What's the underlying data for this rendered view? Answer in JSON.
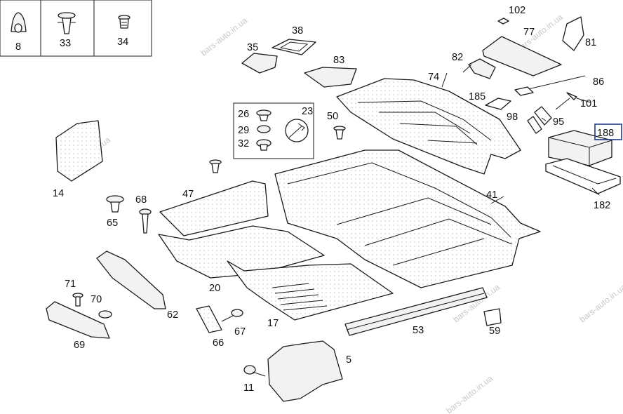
{
  "callouts": [
    "8",
    "33",
    "34",
    "35",
    "38",
    "83",
    "74",
    "102",
    "77",
    "81",
    "82",
    "86",
    "185",
    "101",
    "98",
    "95",
    "188",
    "182",
    "26",
    "29",
    "32",
    "23",
    "50",
    "14",
    "47",
    "41",
    "68",
    "65",
    "20",
    "71",
    "70",
    "62",
    "69",
    "66",
    "67",
    "17",
    "53",
    "59",
    "5",
    "11"
  ],
  "highlighted_callout": "188",
  "watermark_text": "bars-auto.in.ua",
  "colors": {
    "line": "#1a1a1a",
    "highlight_box": "#1f3a8a",
    "watermark": "#c8c8c8"
  }
}
